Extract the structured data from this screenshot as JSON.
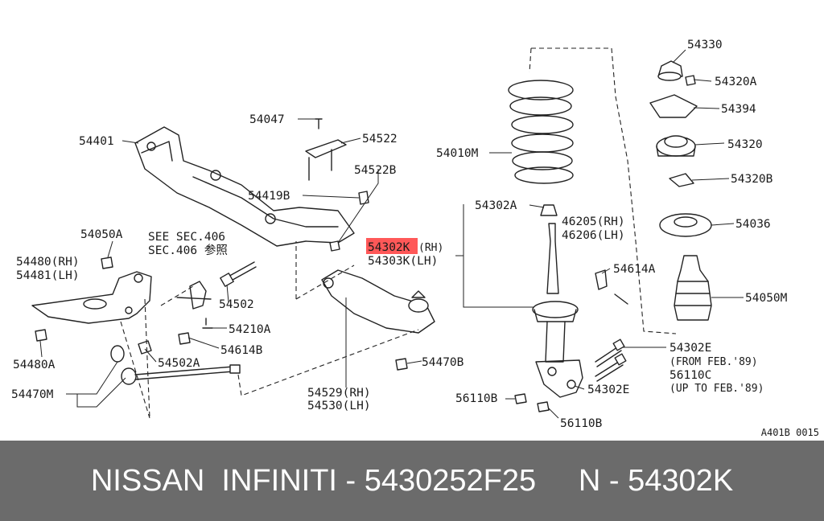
{
  "labels": {
    "p54330": "54330",
    "p54320A": "54320A",
    "p54394": "54394",
    "p54320": "54320",
    "p54320B": "54320B",
    "p54036": "54036",
    "p54050M": "54050M",
    "p54010M": "54010M",
    "p54302A": "54302A",
    "p46205": "46205(RH)",
    "p46206": "46206(LH)",
    "p54614A": "54614A",
    "p54302E_a": "54302E",
    "from_feb": "(FROM FEB.'89)",
    "p56110C": "56110C",
    "upto_feb": "(UP TO FEB.'89)",
    "p54302E_b": "54302E",
    "p56110B_a": "56110B",
    "p56110B_b": "56110B",
    "p54047": "54047",
    "p54522": "54522",
    "p54522B": "54522B",
    "p54401": "54401",
    "p54419B": "54419B",
    "p54302K": "54302K",
    "rh": "(RH)",
    "p54303K": "54303K(LH)",
    "p54050A": "54050A",
    "see_sec": "SEE SEC.406",
    "sec_ref": "SEC.406 参照",
    "p54480RH": "54480(RH)",
    "p54481LH": "54481(LH)",
    "p54502": "54502",
    "p54210A": "54210A",
    "p54614B": "54614B",
    "p54502A": "54502A",
    "p54480A": "54480A",
    "p54470M": "54470M",
    "p54470B": "54470B",
    "p54529": "54529(RH)",
    "p54530": "54530(LH)"
  },
  "diagram_code": "A401B 0015",
  "footer_text": "NISSAN  INFINITI - 5430252F25     N - 54302K",
  "colors": {
    "footer_bg": "#6b6b6b",
    "highlight": "#ff3b3b",
    "line": "#222222"
  }
}
